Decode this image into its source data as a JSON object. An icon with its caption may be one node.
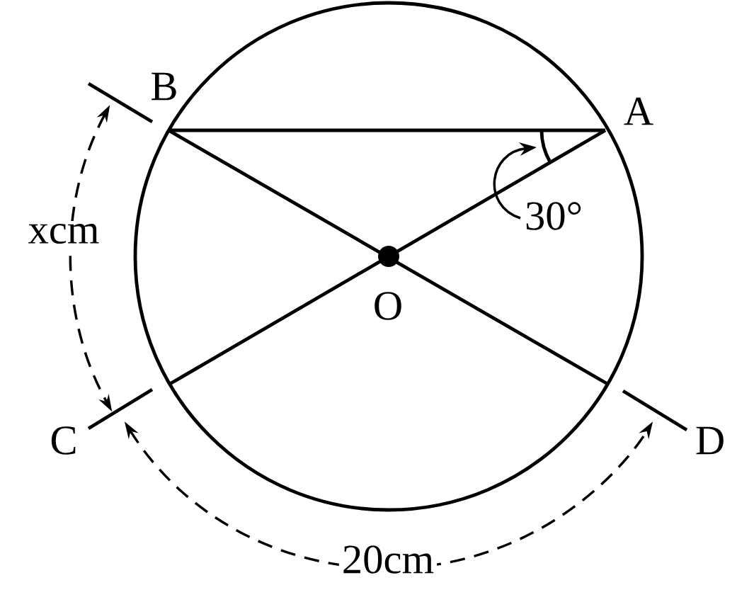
{
  "diagram": {
    "labels": [
      "B",
      "A",
      "30°",
      "xcm",
      "O",
      "C",
      "D",
      "20cm"
    ]
  }
}
